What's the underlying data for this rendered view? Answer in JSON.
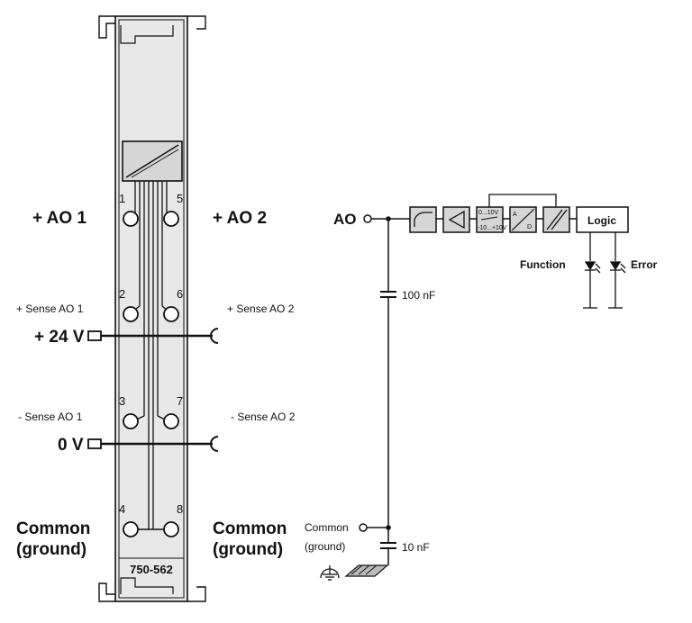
{
  "module": {
    "part_number": "750-562",
    "pins": [
      "1",
      "2",
      "3",
      "4",
      "5",
      "6",
      "7",
      "8"
    ]
  },
  "left_labels": {
    "ao1": "+ AO 1",
    "sense_ao1_pos": "+ Sense AO 1",
    "v24": "+ 24 V",
    "sense_ao1_neg": "- Sense AO 1",
    "v0": "0 V",
    "common_line1": "Common",
    "common_line2": "(ground)"
  },
  "right_labels": {
    "ao2": "+ AO 2",
    "sense_ao2_pos": "+ Sense AO 2",
    "sense_ao2_neg": "- Sense AO 2",
    "common_line1": "Common",
    "common_line2": "(ground)"
  },
  "schematic": {
    "ao": "AO",
    "cap1": "100 nF",
    "cap2": "10 nF",
    "common_line1": "Common",
    "common_line2": "(ground)",
    "logic": "Logic",
    "function": "Function",
    "error": "Error",
    "range_top": "0...10V",
    "range_bottom": "-10...+10V",
    "adc_a": "A",
    "adc_d": "D"
  }
}
